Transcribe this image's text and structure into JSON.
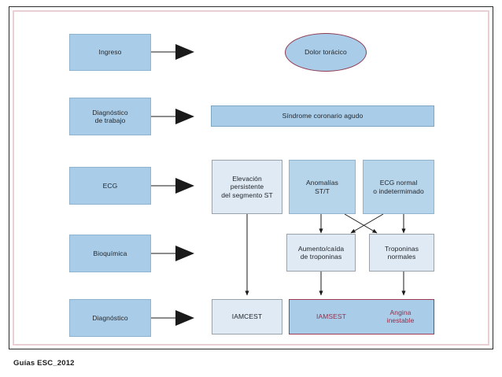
{
  "caption": "Guías ESC_2012",
  "colors": {
    "stage_fill": "#a9cde8",
    "pale_fill": "#dfeaf5",
    "mid_fill": "#b6d4ea",
    "accent_border": "#9e3a56",
    "accent_text": "#8f2f4c",
    "frame_outer": "#2b2b2b",
    "frame_inner": "#e8cfd4",
    "arrow": "#1a1a1a"
  },
  "stages": [
    {
      "id": "ingreso",
      "label": "Ingreso"
    },
    {
      "id": "diag-trab",
      "label": "Diagnóstico\nde trabajo"
    },
    {
      "id": "ecg",
      "label": "ECG"
    },
    {
      "id": "bioquimica",
      "label": "Bioquímica"
    },
    {
      "id": "diagnostico",
      "label": "Diagnóstico"
    }
  ],
  "nodes": {
    "chest_pain": "Dolor torácico",
    "acs_banner": "Síndrome coronario agudo",
    "ecg_st_elev": "Elevación\npersistente\ndel segmento ST",
    "ecg_stt": "Anomalías\nST/T",
    "ecg_normal": "ECG normal\no indetermimado",
    "trop_rise": "Aumento/caída\nde troponinas",
    "trop_normal": "Troponinas\nnormales",
    "dx_stemi": "IAMCEST",
    "dx_nstemi": "IAMSEST",
    "dx_angina": "Angina\ninestable"
  },
  "edges": [
    {
      "from": "ingreso",
      "to": "chest-pain-row",
      "kind": "thick-arrow"
    },
    {
      "from": "diag-trab",
      "to": "acs-banner-row",
      "kind": "thick-arrow"
    },
    {
      "from": "ecg",
      "to": "ecg-row",
      "kind": "thick-arrow"
    },
    {
      "from": "bioquimica",
      "to": "troponin-row",
      "kind": "thick-arrow"
    },
    {
      "from": "diagnostico",
      "to": "diagnosis-row",
      "kind": "thick-arrow"
    },
    {
      "from": "ecg_st_elev",
      "to": "dx_stemi",
      "kind": "thin-arrow"
    },
    {
      "from": "ecg_stt",
      "to": "trop_rise",
      "kind": "thin-arrow"
    },
    {
      "from": "ecg_stt",
      "to": "trop_normal",
      "kind": "thin-arrow-cross"
    },
    {
      "from": "ecg_normal",
      "to": "trop_rise",
      "kind": "thin-arrow-cross"
    },
    {
      "from": "ecg_normal",
      "to": "trop_normal",
      "kind": "thin-arrow"
    },
    {
      "from": "trop_rise",
      "to": "dx_nstemi",
      "kind": "thin-arrow"
    },
    {
      "from": "trop_normal",
      "to": "dx_angina",
      "kind": "thin-arrow"
    }
  ]
}
